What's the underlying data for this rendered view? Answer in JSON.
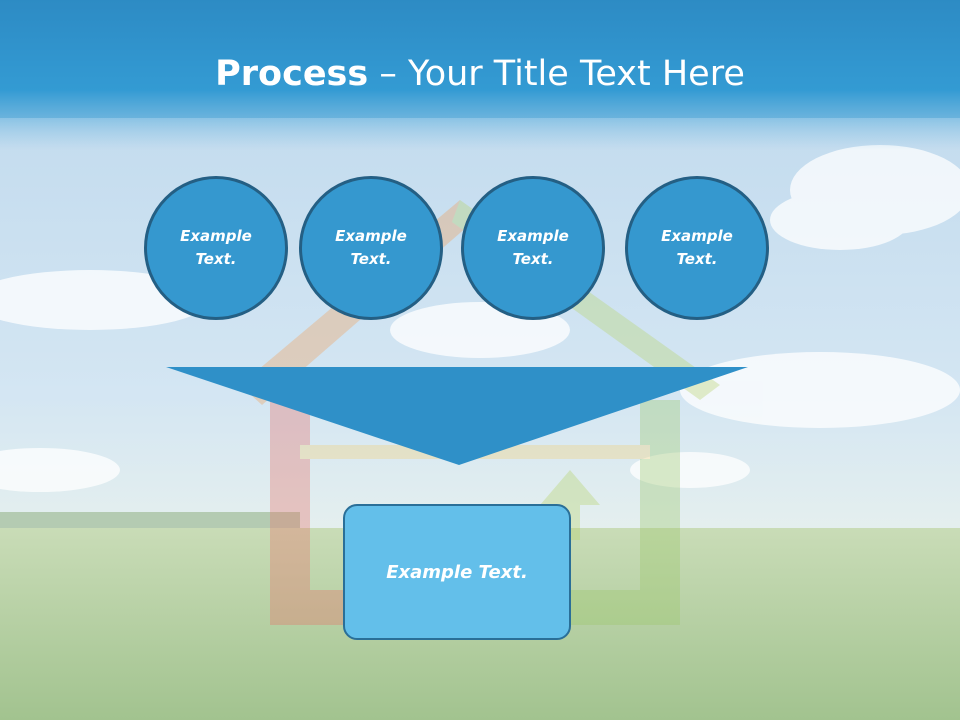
{
  "slide": {
    "title_bold": "Process",
    "title_rest": " – Your Title Text Here",
    "circles": [
      {
        "text": "Example Text."
      },
      {
        "text": "Example Text."
      },
      {
        "text": "Example Text."
      },
      {
        "text": "Example Text."
      }
    ],
    "bottom_box": {
      "text": "Example Text."
    }
  },
  "colors": {
    "title_bar": "#2f95cf",
    "circle_fill": "#3598cf",
    "circle_border": "#245f84",
    "funnel": "#2f90c8",
    "box_fill": "#63bfea",
    "grass": "#a9c99a"
  }
}
